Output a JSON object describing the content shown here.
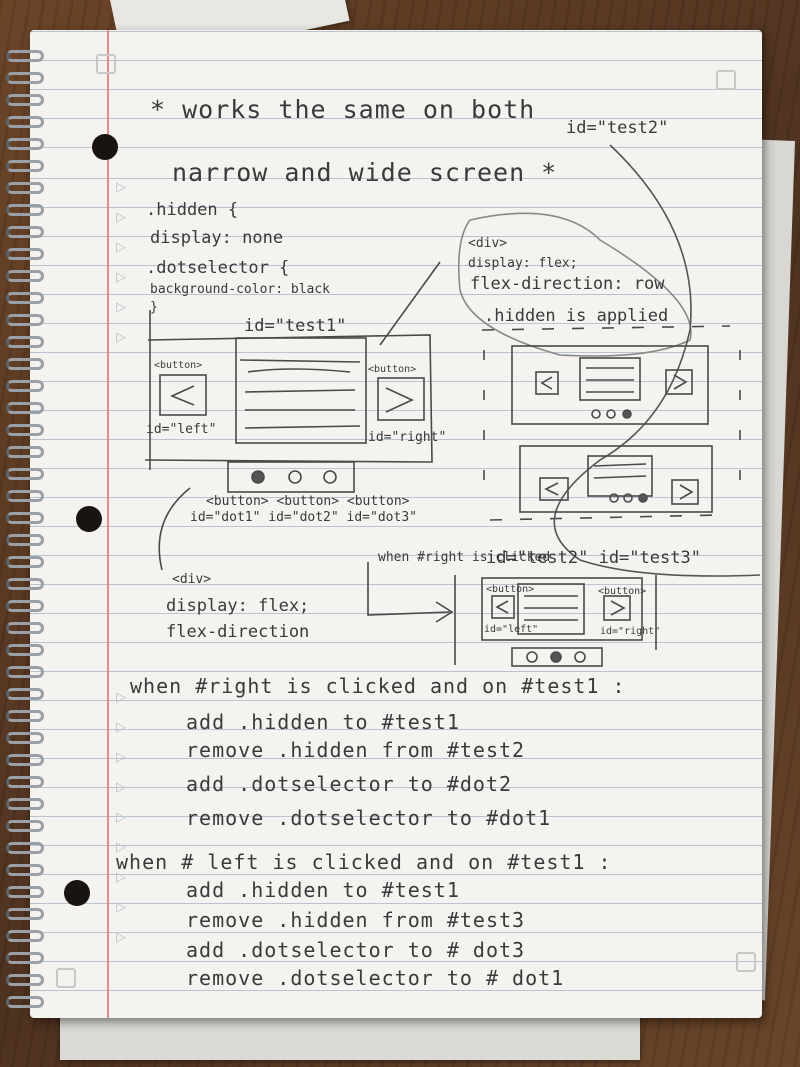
{
  "header": {
    "line1": "* works the same on both",
    "line2": "narrow and wide screen *",
    "test2_note": "id=\"test2\""
  },
  "css_notes": {
    "hidden_open": ".hidden {",
    "hidden_rule": "display: none",
    "dot_open": ".dotselector {",
    "dot_rule": "background-color: black",
    "close": "}"
  },
  "flex_note_top": {
    "div": "<div>",
    "display": "display: flex;",
    "direction": "flex-direction: row"
  },
  "hidden_applied": ".hidden is applied",
  "main_sketch": {
    "id_label": "id=\"test1\"",
    "button_left": "<button>",
    "button_right": "<button>",
    "left_arrow": "<",
    "right_arrow": ">",
    "id_left": "id=\"left\"",
    "id_right": "id=\"right\"",
    "dots_buttons": "<button> <button> <button>",
    "dot_ids": "id=\"dot1\"  id=\"dot2\"  id=\"dot3\""
  },
  "flex_note_bottom": {
    "div": "<div>",
    "display": "display: flex;",
    "direction": "flex-direction"
  },
  "mini_sketch": {
    "button_l": "<button>",
    "button_r": "<button>",
    "id_left": "id=\"left\"",
    "id_right": "id=\"right\""
  },
  "when_right_clicked": "when #right is clicked",
  "test_ids": "id=\"test2\" id=\"test3\"",
  "instructions": {
    "rule1_head": "when #right is clicked and on #test1 :",
    "rule1_lines": [
      "add .hidden to #test1",
      "remove .hidden from #test2",
      "add .dotselector to #dot2",
      "remove .dotselector to #dot1"
    ],
    "rule2_head": "when # left is clicked and on #test1 :",
    "rule2_lines": [
      "add .hidden to #test1",
      "remove .hidden from #test3",
      "add .dotselector to # dot3",
      "remove .dotselector to # dot1"
    ]
  }
}
